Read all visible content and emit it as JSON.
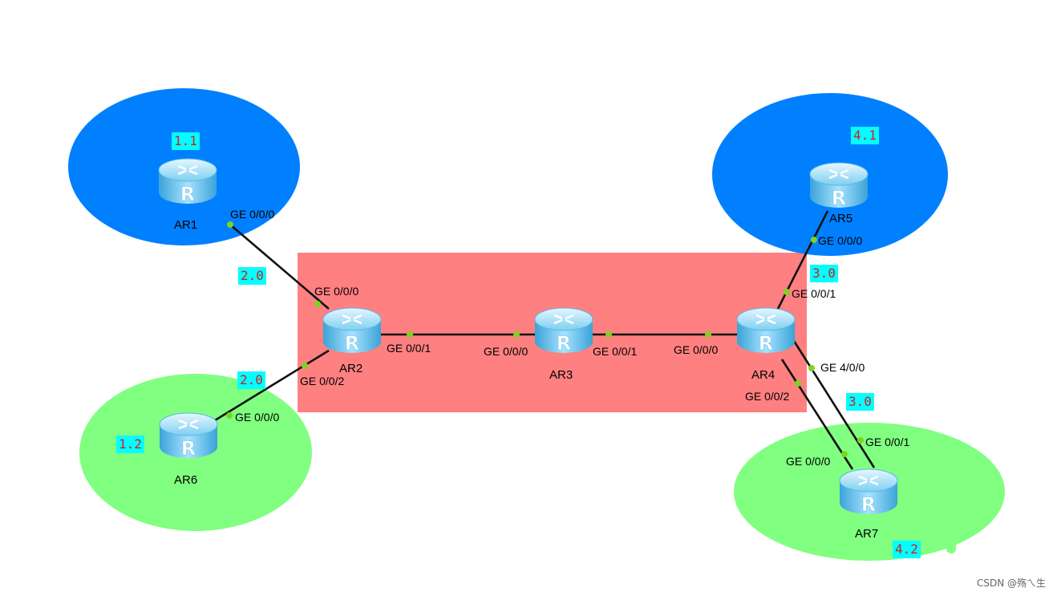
{
  "colors": {
    "blue_area": "#0080ff",
    "green_area": "#80ff80",
    "backbone_area": "#ff8080",
    "tag_bg": "#00ffff",
    "tag_text": "#d21e1e",
    "link": "#111111",
    "port_dot": "#7ed321"
  },
  "routers": [
    {
      "id": "AR1",
      "label": "AR1"
    },
    {
      "id": "AR2",
      "label": "AR2"
    },
    {
      "id": "AR3",
      "label": "AR3"
    },
    {
      "id": "AR4",
      "label": "AR4"
    },
    {
      "id": "AR5",
      "label": "AR5"
    },
    {
      "id": "AR6",
      "label": "AR6"
    },
    {
      "id": "AR7",
      "label": "AR7"
    }
  ],
  "router_icon": {
    "glyph": "R",
    "icon": "router-icon"
  },
  "ports": {
    "ar1_g000": "GE 0/0/0",
    "ar2_g000": "GE 0/0/0",
    "ar2_g001": "GE 0/0/1",
    "ar2_g002": "GE 0/0/2",
    "ar3_g000": "GE 0/0/0",
    "ar3_g001": "GE 0/0/1",
    "ar4_g000": "GE 0/0/0",
    "ar4_g001": "GE 0/0/1",
    "ar4_g400": "GE 4/0/0",
    "ar4_g002": "GE 0/0/2",
    "ar5_g000": "GE 0/0/0",
    "ar6_g000": "GE 0/0/0",
    "ar7_g000": "GE 0/0/0",
    "ar7_g001": "GE 0/0/1"
  },
  "tags": {
    "ar1": "1.1",
    "ar1_ar2": "2.0",
    "ar6_ar2": "2.0",
    "ar6": "1.2",
    "ar5": "4.1",
    "ar4_ar5": "3.0",
    "ar4_ar7": "3.0",
    "ar7": "4.2"
  },
  "watermark": "CSDN @殇ㄟ生"
}
